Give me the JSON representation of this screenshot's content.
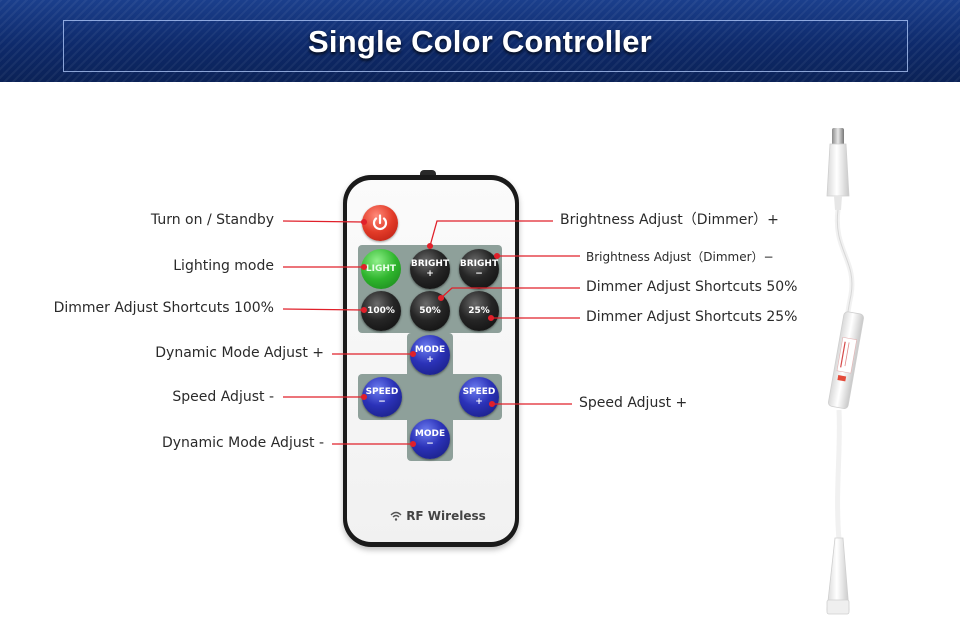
{
  "banner": {
    "title": "Single Color Controller"
  },
  "callouts": {
    "turn_on": "Turn on / Standby",
    "lighting_mode": "Lighting mode",
    "dimmer_100": "Dimmer Adjust Shortcuts 100%",
    "dynamic_plus": "Dynamic Mode Adjust +",
    "speed_minus": "Speed Adjust -",
    "dynamic_minus": "Dynamic Mode Adjust -",
    "bright_plus": "Brightness Adjust（Dimmer）+",
    "bright_minus": "Brightness Adjust（Dimmer）−",
    "dimmer_50": "Dimmer Adjust Shortcuts 50%",
    "dimmer_25": "Dimmer Adjust Shortcuts 25%",
    "speed_plus": "Speed Adjust +"
  },
  "remote": {
    "buttons": {
      "light": "LIGHT",
      "bright": "BRIGHT",
      "plus": "+",
      "minus": "−",
      "b100": "100%",
      "b50": "50%",
      "b25": "25%",
      "mode": "MODE",
      "speed": "SPEED"
    },
    "rf_label": "RF Wireless"
  },
  "colors": {
    "callout_line": "#e0202a",
    "banner": "#0e2a6b",
    "power": "#e23b28",
    "light": "#2fb52d",
    "direction": "#2b32b8"
  },
  "icons": [
    "power-icon",
    "wifi-icon"
  ]
}
